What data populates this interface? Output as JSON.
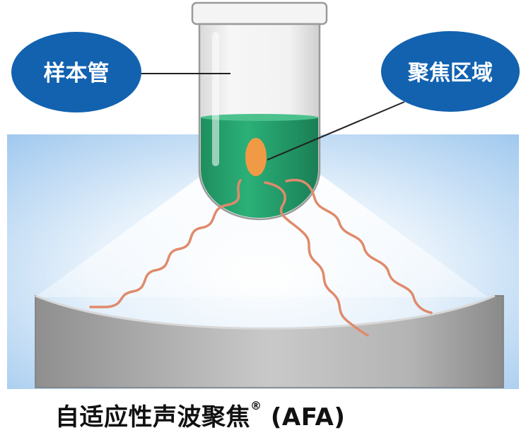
{
  "labels": {
    "tube": "样本管",
    "focal_zone": "聚焦区域"
  },
  "caption": {
    "text": "自适应性声波聚焦",
    "mark": "®",
    "suffix": " (AFA)"
  },
  "colors": {
    "callout_fill": "#1262b0",
    "liquid": "#26a36c",
    "focal_spot": "#f19a45",
    "wave": "#e08a6c",
    "water": "#a9d0f2",
    "transducer": "#9c9c9c"
  },
  "icons": [
    "sample-tube",
    "focal-zone-ellipse",
    "acoustic-wave",
    "transducer-dish"
  ]
}
